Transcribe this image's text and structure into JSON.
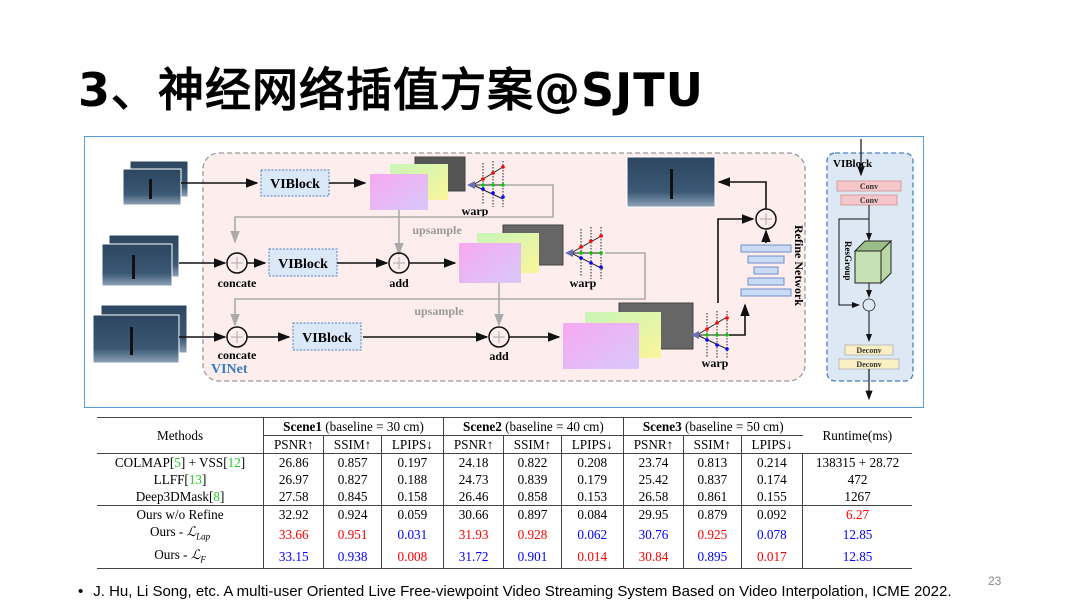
{
  "slide": {
    "title": "3、神经网络插值方案@SJTU",
    "page_number": "23",
    "citation": "J. Hu, Li Song, etc. A multi-user Oriented Live Free-viewpoint Video Streaming System Based on Video Interpolation, ICME 2022.",
    "bullet": "•"
  },
  "figure": {
    "viblock_label": "VIBlock",
    "concate_label": "concate",
    "add_label": "add",
    "upsample_label": "upsample",
    "warp_label": "warp",
    "vinet_label": "VINet",
    "refine_label": "Refine Network",
    "detail": {
      "title": "VIBlock",
      "conv1": "Conv",
      "conv2": "Conv",
      "resgroup": "ResGroup",
      "deconv1": "Deconv",
      "deconv2": "Deconv"
    },
    "colors": {
      "frame_border": "#5b9bd5",
      "vinet_bg": "#fdeeed",
      "viblock_fill": "#dbe8f8",
      "viblock_border": "#4a7fc1",
      "detail_bg": "#dde8f5",
      "conv_fill": "#f4c6c8",
      "deconv_fill": "#fbf0c3",
      "resgroup_fill": "#c6e2b4",
      "vinet_text": "#3a7cc4",
      "gray_line": "#aaaaaa"
    }
  },
  "table": {
    "methods_header": "Methods",
    "runtime_header": "Runtime(ms)",
    "scenes": [
      {
        "name": "Scene1",
        "baseline": "(baseline = 30 cm)"
      },
      {
        "name": "Scene2",
        "baseline": "(baseline = 40 cm)"
      },
      {
        "name": "Scene3",
        "baseline": "(baseline = 50 cm)"
      }
    ],
    "metrics": [
      "PSNR↑",
      "SSIM↑",
      "LPIPS↓"
    ],
    "rows": [
      {
        "method": "COLMAP[5] + VSS[12]",
        "m1": "COLMAP[",
        "r1": "5",
        "m2": "] + VSS[",
        "r2": "12",
        "m3": "]",
        "values": [
          "26.86",
          "0.857",
          "0.197",
          "24.18",
          "0.822",
          "0.208",
          "23.74",
          "0.813",
          "0.214"
        ],
        "runtime": "138315 + 28.72"
      },
      {
        "method": "LLFF[13]",
        "m1": "LLFF[",
        "r1": "13",
        "m2": "]",
        "values": [
          "26.97",
          "0.827",
          "0.188",
          "24.73",
          "0.839",
          "0.179",
          "25.42",
          "0.837",
          "0.174"
        ],
        "runtime": "472"
      },
      {
        "method": "Deep3DMask[8]",
        "m1": "Deep3DMask[",
        "r1": "8",
        "m2": "]",
        "values": [
          "27.58",
          "0.845",
          "0.158",
          "26.46",
          "0.858",
          "0.153",
          "26.58",
          "0.861",
          "0.155"
        ],
        "runtime": "1267"
      },
      {
        "method": "Ours w/o Refine",
        "values": [
          "32.92",
          "0.924",
          "0.059",
          "30.66",
          "0.897",
          "0.084",
          "29.95",
          "0.879",
          "0.092"
        ],
        "runtime": "6.27",
        "styles": [
          "",
          "",
          "",
          "",
          "",
          "",
          "",
          "",
          ""
        ],
        "runtime_style": "red"
      },
      {
        "method": "Ours - ℒLap",
        "prefix": "Ours - ",
        "sym": "ℒ",
        "sub": "Lap",
        "values": [
          "33.66",
          "0.951",
          "0.031",
          "31.93",
          "0.928",
          "0.062",
          "30.76",
          "0.925",
          "0.078"
        ],
        "runtime": "12.85",
        "styles": [
          "red",
          "red",
          "blue",
          "red",
          "red",
          "blue",
          "blue",
          "red",
          "blue"
        ],
        "runtime_style": "blue"
      },
      {
        "method": "Ours - ℒF",
        "prefix": "Ours - ",
        "sym": "ℒ",
        "sub": "F",
        "values": [
          "33.15",
          "0.938",
          "0.008",
          "31.72",
          "0.901",
          "0.014",
          "30.84",
          "0.895",
          "0.017"
        ],
        "runtime": "12.85",
        "styles": [
          "blue",
          "blue",
          "red",
          "blue",
          "blue",
          "red",
          "red",
          "blue",
          "red"
        ],
        "runtime_style": "blue"
      }
    ]
  }
}
